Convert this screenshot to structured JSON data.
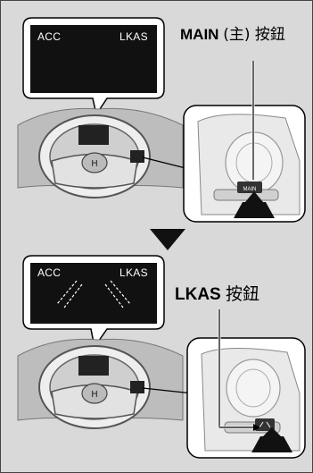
{
  "top_panel": {
    "display": {
      "left": "ACC",
      "right": "LKAS"
    },
    "callout_bold": "MAIN",
    "callout_rest": "(主) 按鈕",
    "button_text": "MAIN"
  },
  "bottom_panel": {
    "display": {
      "left": "ACC",
      "right": "LKAS"
    },
    "callout_bold": "LKAS",
    "callout_rest": "按鈕"
  },
  "colors": {
    "background": "#d9d9d9",
    "screen": "#111111",
    "outline": "#000000"
  },
  "icons": [
    "down-triangle-icon",
    "press-hand-icon",
    "honda-emblem-icon",
    "lkas-lane-icon"
  ]
}
